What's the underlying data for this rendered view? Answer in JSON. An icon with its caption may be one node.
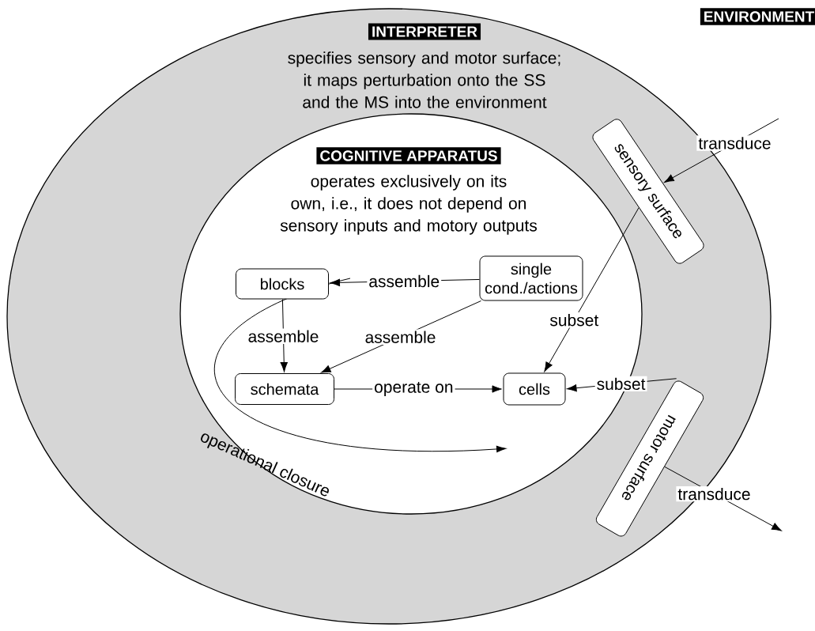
{
  "diagram": {
    "nodes": [
      {
        "text": [
          "INTERPRETER",
          "specifies sensory and motor surface; it maps perturbation onto the SS and the MS into the environment"
        ]
      },
      {
        "text": [
          "COGNITIVE APPARATUS",
          "operates exclusively on its own, i.e., it does not depend on sensory inputs and motory outputs"
        ],
        "in": 0
      },
      {
        "text": [
          "sensory surface"
        ],
        "in": 0
      },
      {
        "text": [
          "blocks"
        ],
        "in": 1
      },
      {
        "text": [
          "single cond./actions"
        ],
        "in": 1
      },
      {
        "text": [
          "schemata"
        ],
        "in": 1
      },
      {
        "text": [
          "cells"
        ],
        "in": 1
      },
      {
        "text": [
          "motor surface"
        ],
        "in": 0
      }
    ],
    "edges": [
      {
        "from": 4,
        "to": 3,
        "arrow": "to",
        "label": "assemble"
      },
      {
        "from": 3,
        "to": 5,
        "arrow": "to",
        "label": "assemble"
      },
      {
        "from": 4,
        "to": 5,
        "arrow": "to",
        "label": "assemble"
      },
      {
        "from": 5,
        "to": 6,
        "arrow": "to",
        "label": "operate on"
      },
      {
        "from": 2,
        "to": 6,
        "arrow": "to",
        "label": "subset"
      },
      {
        "from": 7,
        "to": 6,
        "arrow": "to",
        "label": "subset"
      },
      {
        "from": null,
        "to": 2,
        "arrow": "to",
        "label": "transduce"
      },
      {
        "from": 7,
        "to": null,
        "arrow": "to",
        "label": "transduce"
      }
    ],
    "labels": [
      "ENVIRONMENT",
      "operational closure"
    ]
  }
}
